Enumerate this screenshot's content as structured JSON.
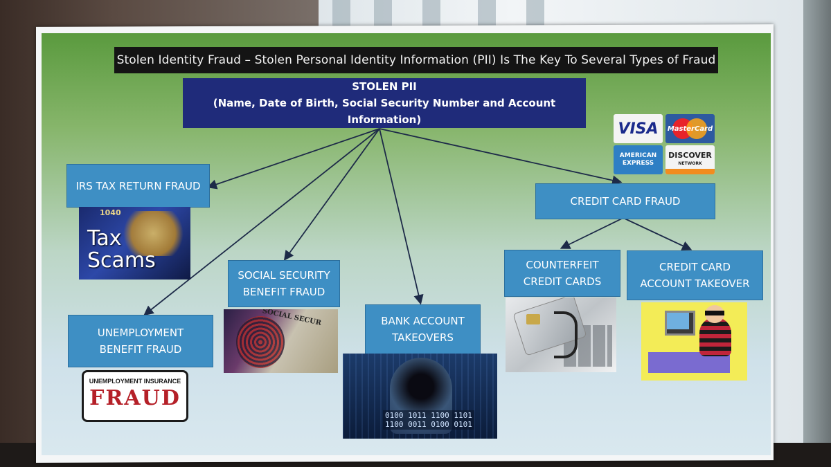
{
  "poster": {
    "title": "Stolen Identity Fraud – Stolen Personal Identity Information (PII) Is The Key To Several Types of Fraud",
    "root": {
      "line1": "STOLEN PII",
      "line2": "(Name, Date of Birth, Social Security Number and Account Information)"
    },
    "boxes": {
      "irs": "IRS TAX RETURN FRAUD",
      "unemployment_1": "UNEMPLOYMENT",
      "unemployment_2": "BENEFIT FRAUD",
      "social_security_1": "SOCIAL SECURITY",
      "social_security_2": "BENEFIT FRAUD",
      "bank_1": "BANK ACCOUNT",
      "bank_2": "TAKEOVERS",
      "credit_card": "CREDIT CARD FRAUD",
      "counterfeit_1": "COUNTERFEIT",
      "counterfeit_2": "CREDIT CARDS",
      "takeover_1": "CREDIT CARD",
      "takeover_2": "ACCOUNT TAKEOVER"
    },
    "images": {
      "tax_line1": "Tax",
      "tax_line2": "Scams",
      "tax_form": "1040",
      "ss_card_text": "SOCIAL SECUR",
      "hacker_binary_1": "0100 1011 1100 1101",
      "hacker_binary_2": "1100 0011 0100 0101",
      "unemployment_small": "UNEMPLOYMENT INSURANCE",
      "unemployment_big": "FRAUD"
    },
    "card_logos": {
      "visa": "VISA",
      "mastercard": "MasterCard",
      "amex_1": "AMERICAN",
      "amex_2": "EXPRESS",
      "discover": "DISCOVER",
      "discover_sub": "NETWORK"
    }
  },
  "colors": {
    "dark_box": "#1f2b7a",
    "blue_box": "#3e8fc4",
    "title_bar": "#141414"
  }
}
